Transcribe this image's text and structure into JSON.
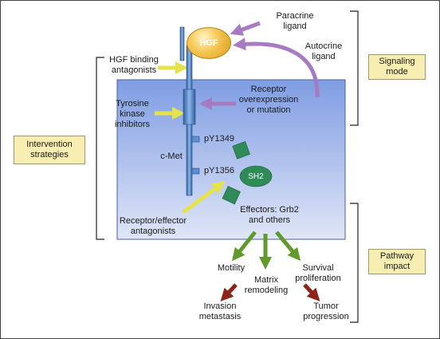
{
  "labels": {
    "paracrine": "Paracrine\nligand",
    "autocrine": "Autocrine\nligand",
    "hgf": "HGF",
    "hgf_binding": "HGF binding\nantagonists",
    "tyrosine": "Tyrosine\nkinase\ninhibitors",
    "receptor_over": "Receptor\noverexpression\nor mutation",
    "cmet": "c-Met",
    "py1349": "pY1349",
    "py1356": "pY1356",
    "sh2": "SH2",
    "effectors": "Effectors: Grb2\nand others",
    "receptor_effector": "Receptor/effector\nantagonists",
    "motility": "Motility",
    "matrix": "Matrix\nremodeling",
    "survival": "Survival\nproliferation",
    "invasion": "Invasion\nmetastasis",
    "tumor": "Tumor\nprogression"
  },
  "boxes": {
    "intervention": "Intervention\nstrategies",
    "signaling": "Signaling\nmode",
    "pathway": "Pathway\nimpact"
  },
  "colors": {
    "cell_fill_top": "#7f9de3",
    "cell_fill_bottom": "#dfe6f7",
    "receptor": "#5b8fd0",
    "purple_arrow": "#a77bc1",
    "yellow_arrow": "#e6e24a",
    "green_arrow": "#5f9a2a",
    "red_arrow": "#8e2418",
    "sh2_green": "#2e8a57",
    "label_box": "#f8eeb2"
  }
}
